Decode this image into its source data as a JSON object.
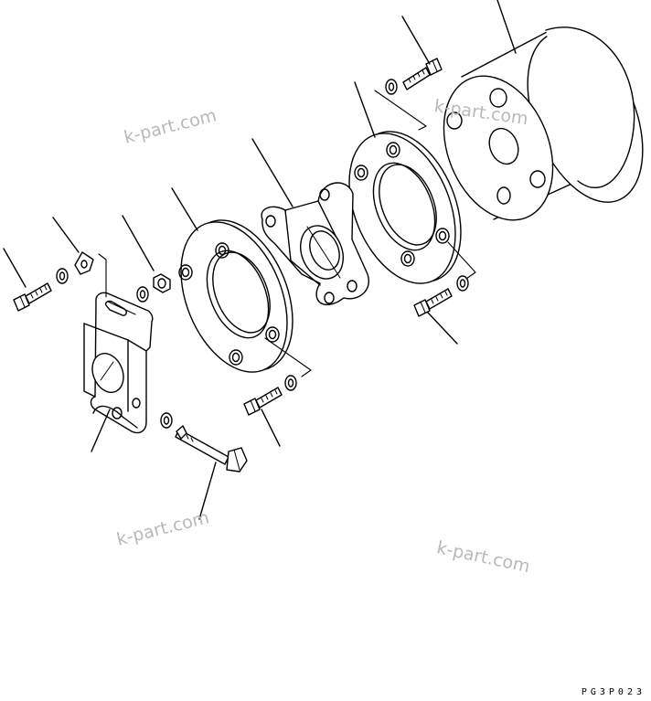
{
  "diagram": {
    "type": "exploded parts diagram",
    "line_color": "#000000",
    "background": "#ffffff",
    "watermark_color": "#b9b9b9"
  },
  "watermarks": [
    "k-part.com",
    "k-part.com",
    "k-part.com",
    "k-part.com"
  ],
  "drawing_code": "PG3P023"
}
